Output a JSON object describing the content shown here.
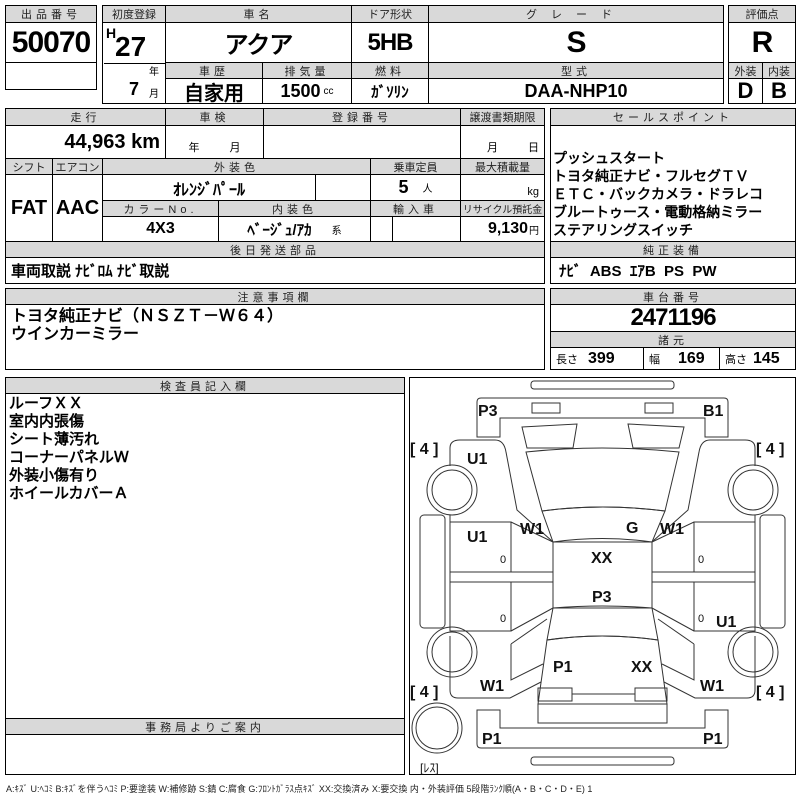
{
  "lot": {
    "label": "出品番号",
    "value": "50070"
  },
  "first_reg": {
    "label": "初度登録",
    "era": "H",
    "year": "27",
    "year_unit": "年",
    "month": "7",
    "month_unit": "月"
  },
  "car_name": {
    "label": "車名",
    "value": "アクア"
  },
  "door": {
    "label": "ドア形状",
    "value": "5HB"
  },
  "grade": {
    "label": "グレード",
    "value": "S"
  },
  "history": {
    "label": "車歴",
    "value": "自家用"
  },
  "displacement": {
    "label": "排気量",
    "value": "1500",
    "unit": "cc"
  },
  "fuel": {
    "label": "燃料",
    "value": "ｶﾞｿﾘﾝ"
  },
  "model": {
    "label": "型式",
    "value": "DAA-NHP10"
  },
  "score": {
    "label": "評価点",
    "value": "R",
    "ext_label": "外装",
    "int_label": "内装",
    "ext": "D",
    "int": "B"
  },
  "mileage": {
    "label": "走行",
    "value": "44,963",
    "unit": "km"
  },
  "inspection": {
    "label": "車検",
    "year_unit": "年",
    "month_unit": "月"
  },
  "reg_no": {
    "label": "登録番号"
  },
  "transfer": {
    "label": "譲渡書類期限",
    "month_unit": "月",
    "day_unit": "日"
  },
  "shift": {
    "label": "シフト",
    "value": "FAT"
  },
  "ac": {
    "label": "エアコン",
    "value": "AAC"
  },
  "ext_color": {
    "label": "外装色",
    "value": "ｵﾚﾝｼﾞﾊﾟｰﾙ"
  },
  "capacity": {
    "label": "乗車定員",
    "value": "5",
    "unit": "人"
  },
  "max_load": {
    "label": "最大積載量",
    "unit": "kg"
  },
  "color_no": {
    "label": "カラーNo.",
    "value": "4X3"
  },
  "int_color": {
    "label": "内装色",
    "value": "ﾍﾞｰｼﾞｭ/ｱｶ",
    "unit": "系"
  },
  "import": {
    "label": "輸入車"
  },
  "recycle": {
    "label": "リサイクル預託金",
    "value": "9,130",
    "unit": "円"
  },
  "later_parts": {
    "label": "後日発送部品",
    "value": "車両取説 ﾅﾋﾞﾛﾑ ﾅﾋﾞ取説"
  },
  "sales_points": {
    "label": "セールスポイント",
    "lines": [
      "プッシュスタート",
      "トヨタ純正ナビ・フルセグＴＶ",
      "ＥＴＣ・バックカメラ・ドラレコ",
      "ブルートゥース・電動格納ミラー",
      "ステアリングスイッチ"
    ]
  },
  "equipment": {
    "label": "純正装備",
    "value": "ﾅﾋﾞ  ABS  ｴｱB  PS  PW"
  },
  "notes": {
    "label": "注意事項欄",
    "lines": [
      "トヨタ純正ナビ（ＮＳＺＴ－Ｗ６４）",
      "ウインカーミラー"
    ]
  },
  "chassis": {
    "label": "車台番号",
    "value": "2471196"
  },
  "specs": {
    "label": "諸元",
    "length_label": "長さ",
    "length": "399",
    "width_label": "幅",
    "width": "169",
    "height_label": "高さ",
    "height": "145"
  },
  "inspector": {
    "label": "検査員記入欄",
    "lines": [
      "ルーフＸＸ",
      "室内内張傷",
      "シート薄汚れ",
      "コーナーパネルＷ",
      "外装小傷有り",
      "ホイールカバーＡ"
    ]
  },
  "office": {
    "label": "事務局よりご案内"
  },
  "diagram": {
    "marks": {
      "rear_left": "P3",
      "rear_right": "B1",
      "tire_fl": "[ 4 ]",
      "tire_fr": "[ 4 ]",
      "tire_rl": "[ 4 ]",
      "tire_rr": "[ 4 ]",
      "fender_rl": "U1",
      "door_rl": "U1",
      "pillar_l": "W1",
      "glass": "G",
      "pillar_r": "W1",
      "roof": "XX",
      "roof2": "P3",
      "door_fr": "U1",
      "hood_l": "P1",
      "hood_r": "XX",
      "fender_fl": "W1",
      "fender_fr": "W1",
      "front_l": "P1",
      "front_r": "P1",
      "spare": "[ﾚｽ]",
      "d1": "0",
      "d2": "0",
      "d3": "0",
      "d4": "0"
    }
  },
  "legend": "A:ｷｽﾞ  U:ﾍｺﾐ  B:ｷｽﾞを伴うﾍｺﾐ  P:要塗装  W:補修跡  S:錆  C:腐食  G:ﾌﾛﾝﾄｶﾞﾗｽ点ｷｽﾞ  XX:交換済み  X:要交換   内・外装評価  5段階ﾗﾝｸ順(A・B・C・D・E) 1"
}
